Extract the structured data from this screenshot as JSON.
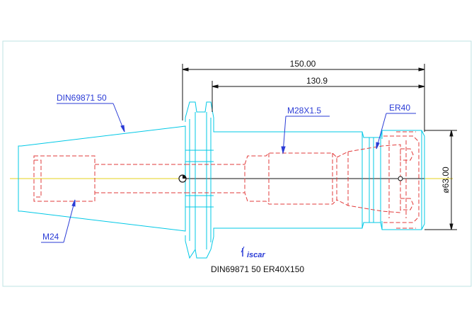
{
  "colors": {
    "body_outline": "#00c8e6",
    "hidden_lines": "#e23b3b",
    "dimension": "#111111",
    "callout": "#2a3bd6",
    "centerline": "#e6d21e",
    "frame": "#bfe3e3"
  },
  "dimensions": {
    "overall_length": "150.00",
    "gauge_length": "130.9",
    "diameter": "ø63.00"
  },
  "callouts": {
    "taper": "DIN69871  50",
    "thread_front": "M28X1.5",
    "collet": "ER40",
    "thread_rear": "M24"
  },
  "logo": {
    "text": "iscar"
  },
  "part_label": "DIN69871  50  ER40X150"
}
